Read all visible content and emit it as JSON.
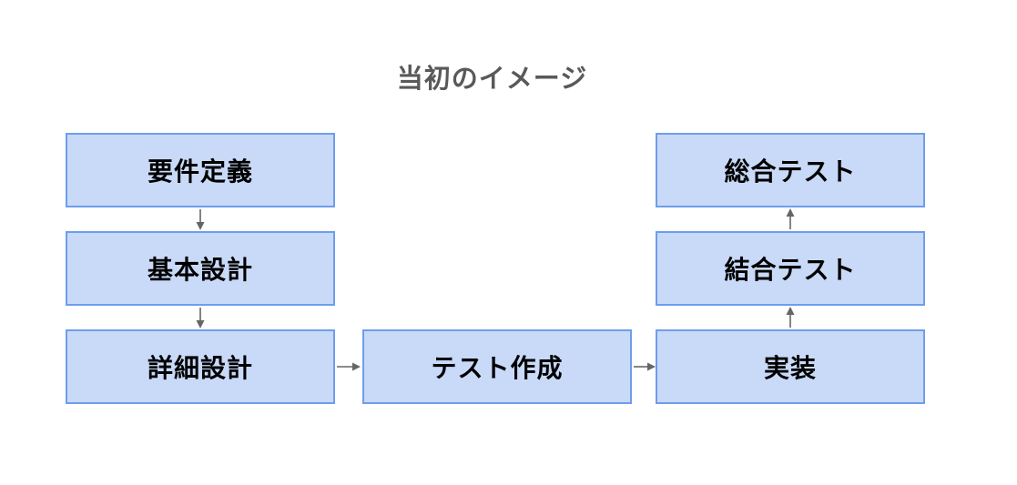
{
  "title": "当初のイメージ",
  "colors": {
    "background": "#ffffff",
    "box_fill": "#c9daf8",
    "box_border": "#6d9eeb",
    "arrow": "#666666",
    "title_text": "#595959",
    "label_text": "#000000"
  },
  "nodes": [
    {
      "id": "requirements",
      "label": "要件定義"
    },
    {
      "id": "basic-design",
      "label": "基本設計"
    },
    {
      "id": "detailed-design",
      "label": "詳細設計"
    },
    {
      "id": "test-creation",
      "label": "テスト作成"
    },
    {
      "id": "implementation",
      "label": "実装"
    },
    {
      "id": "integration-test",
      "label": "結合テスト"
    },
    {
      "id": "system-test",
      "label": "総合テスト"
    }
  ],
  "edges": [
    {
      "from": "requirements",
      "to": "basic-design",
      "direction": "down"
    },
    {
      "from": "basic-design",
      "to": "detailed-design",
      "direction": "down"
    },
    {
      "from": "detailed-design",
      "to": "test-creation",
      "direction": "right"
    },
    {
      "from": "test-creation",
      "to": "implementation",
      "direction": "right"
    },
    {
      "from": "implementation",
      "to": "integration-test",
      "direction": "up"
    },
    {
      "from": "integration-test",
      "to": "system-test",
      "direction": "up"
    }
  ]
}
